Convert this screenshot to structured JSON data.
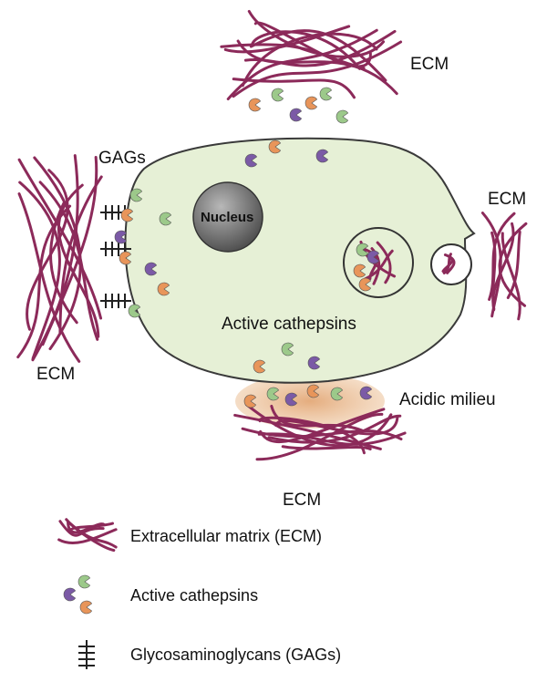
{
  "labels": {
    "ecm_top": "ECM",
    "ecm_right": "ECM",
    "ecm_left": "ECM",
    "ecm_bottom": "ECM",
    "gags": "GAGs",
    "nucleus": "Nucleus",
    "active_cathepsins": "Active cathepsins",
    "acidic_milieu": "Acidic milieu"
  },
  "legend": [
    {
      "symbol": "ecm-fiber",
      "text": "Extracellular matrix (ECM)"
    },
    {
      "symbol": "cathepsin",
      "text": "Active cathepsins"
    },
    {
      "symbol": "gag",
      "text": "Glycosaminoglycans (GAGs)"
    }
  ],
  "colors": {
    "cell_fill": "#e6f0d6",
    "cell_stroke": "#3a3a3a",
    "ecm_fiber": "#8c2a5a",
    "cathepsin_purple": "#7b5aa6",
    "cathepsin_orange": "#e8955a",
    "cathepsin_green": "#9cc98a",
    "acidic_milieu": "#e8b98e",
    "nucleus_fill": "#6b6b6b"
  }
}
